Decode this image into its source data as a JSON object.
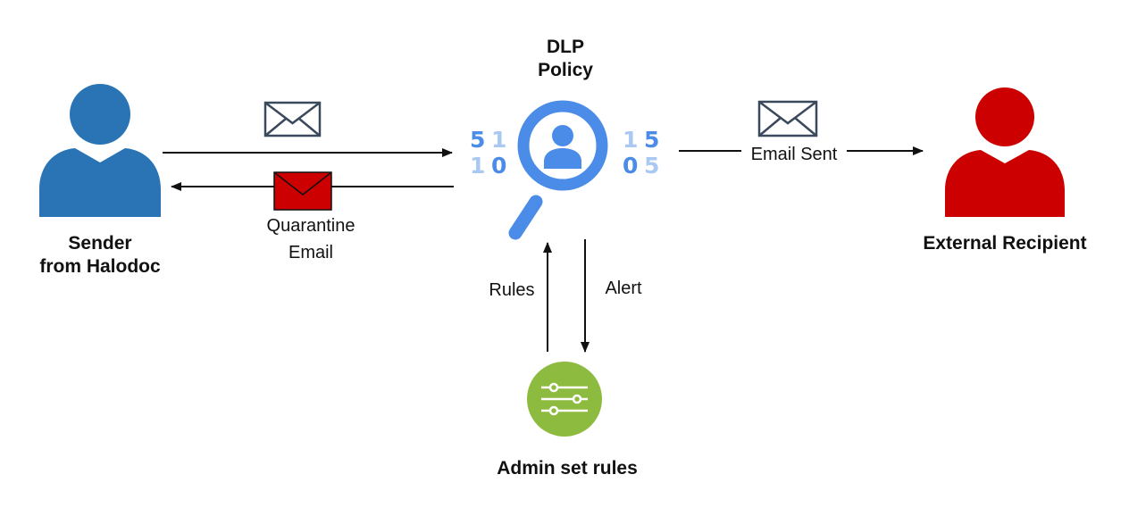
{
  "nodes": {
    "sender": {
      "title_line1": "Sender",
      "title_line2": "from Halodoc",
      "color": "#2A74B6"
    },
    "dlp": {
      "title_line1": "DLP",
      "title_line2": "Policy",
      "color": "#4A8CE8",
      "digits_left": [
        "5",
        "1",
        "1",
        "0"
      ],
      "digits_right": [
        "1",
        "5",
        "0",
        "5"
      ]
    },
    "recipient": {
      "title": "External Recipient",
      "color": "#CC0000"
    },
    "admin": {
      "title": "Admin set rules",
      "color": "#8DBB3F"
    }
  },
  "edges": {
    "outgoing_email": {
      "icon": "envelope-icon"
    },
    "quarantine": {
      "label_line1": "Quarantine",
      "label_line2": "Email",
      "icon": "red-envelope-icon",
      "color": "#CC0000"
    },
    "email_sent": {
      "label": "Email Sent",
      "icon": "envelope-icon"
    },
    "rules": {
      "label": "Rules"
    },
    "alert": {
      "label": "Alert"
    }
  }
}
